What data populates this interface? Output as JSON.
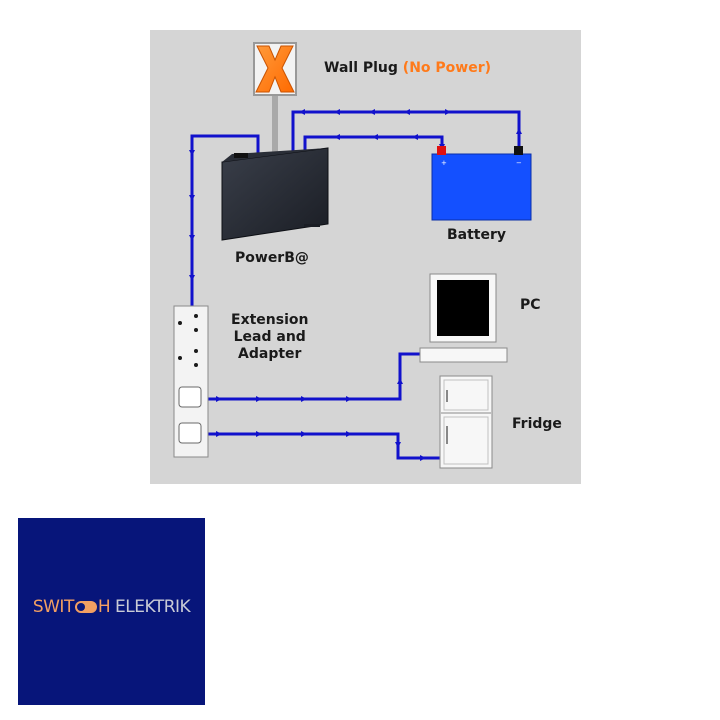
{
  "diagram": {
    "wall_plug_label": "Wall Plug",
    "wall_plug_status": "(No Power)",
    "battery_label": "Battery",
    "powerbox_label": "PowerB@",
    "extension_label_lines": [
      "Extension",
      "Lead and",
      "Adapter"
    ],
    "pc_label": "PC",
    "fridge_label": "Fridge",
    "colors": {
      "panel": "#d5d5d5",
      "wire": "#1111cc",
      "battery": "#1450ff",
      "no_power": "#ff7a1a",
      "terminal_positive": "#e01010",
      "terminal_negative": "#111111"
    }
  },
  "logo": {
    "switch_text": "SWIT",
    "switch_text_end": "H",
    "elektrik_text": "ELEKTRIK"
  }
}
